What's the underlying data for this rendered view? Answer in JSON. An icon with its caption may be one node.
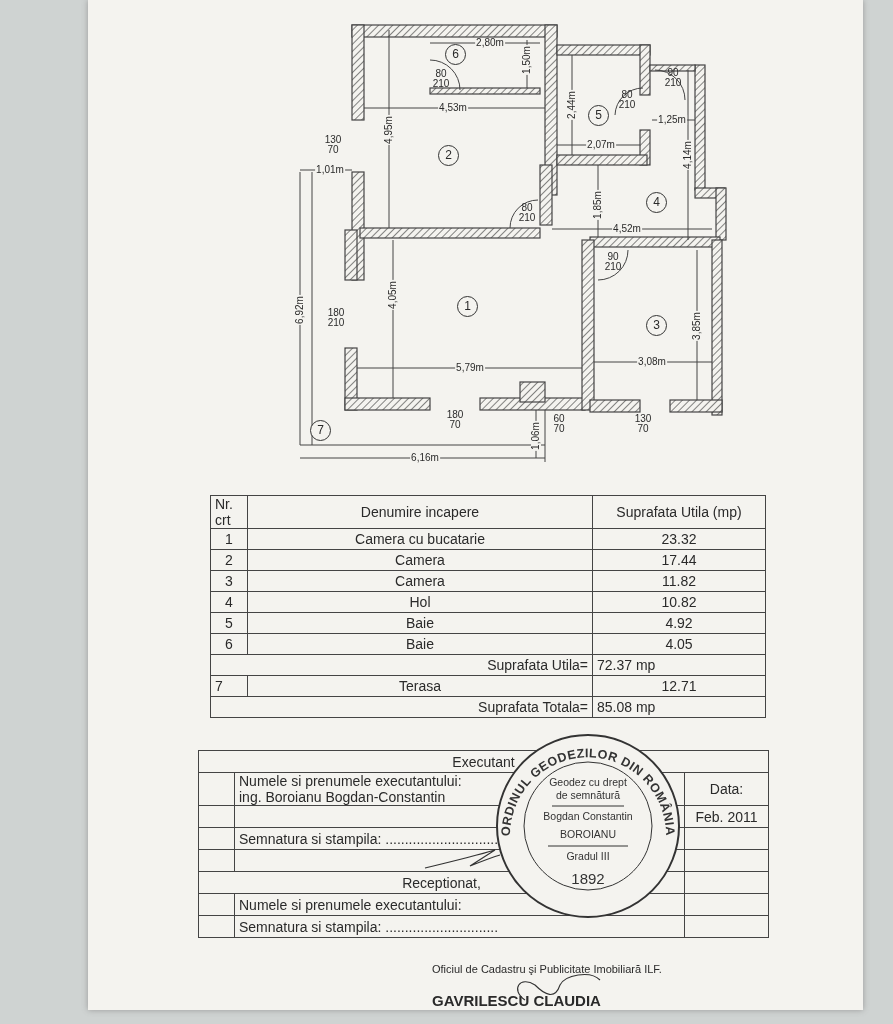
{
  "diagram": {
    "nodes": [
      {
        "text": [
          "6"
        ]
      },
      {
        "text": [
          "5"
        ]
      },
      {
        "text": [
          "2"
        ]
      },
      {
        "text": [
          "4"
        ]
      },
      {
        "text": [
          "1"
        ]
      },
      {
        "text": [
          "3"
        ]
      },
      {
        "text": [
          "7"
        ]
      },
      {
        "text": [
          "ORDINUL GEODEZILOR DIN ROMÂNIA",
          "Geodez cu drept de semnătură",
          "Bogdan Constantin",
          "BOROIANU",
          "Gradul III",
          "1892"
        ]
      }
    ],
    "labels": [
      "2,80m",
      "80 210",
      "1,50m",
      "90 210",
      "80 210",
      "4,53m",
      "4,95m",
      "2,44m",
      "1,25m",
      "130 70",
      "2,07m",
      "1,01m",
      "4,14m",
      "1,85m",
      "80 210",
      "4,52m",
      "90 210",
      "6,92m",
      "180 210",
      "4,05m",
      "3,85m",
      "5,79m",
      "3,08m",
      "180 70",
      "60 70",
      "130 70",
      "1,06m",
      "6,16m",
      "Nr. crt",
      "Denumire incapere",
      "Suprafata Utila (mp)",
      "1",
      "Camera cu bucatarie",
      "23.32",
      "2",
      "Camera",
      "17.44",
      "3",
      "Camera",
      "11.82",
      "4",
      "Hol",
      "10.82",
      "5",
      "Baie",
      "4.92",
      "6",
      "Baie",
      "4.05",
      "Suprafata Utila=",
      "72.37 mp",
      "7",
      "Terasa",
      "12.71",
      "Suprafata Totala=",
      "85.08 mp",
      "Executant",
      "Numele si prenumele executantului:",
      "ing. Boroianu Bogdan-Constantin",
      "Data:",
      "Feb. 2011",
      "Semnatura si stampila: .............................",
      "Receptionat,",
      "Numele si prenumele executantului:",
      "Semnatura si stampila: .............................",
      "Oficiul de Cadastru şi Publicitate Imobiliară ILF.",
      "GAVRILESCU CLAUDIA"
    ]
  }
}
